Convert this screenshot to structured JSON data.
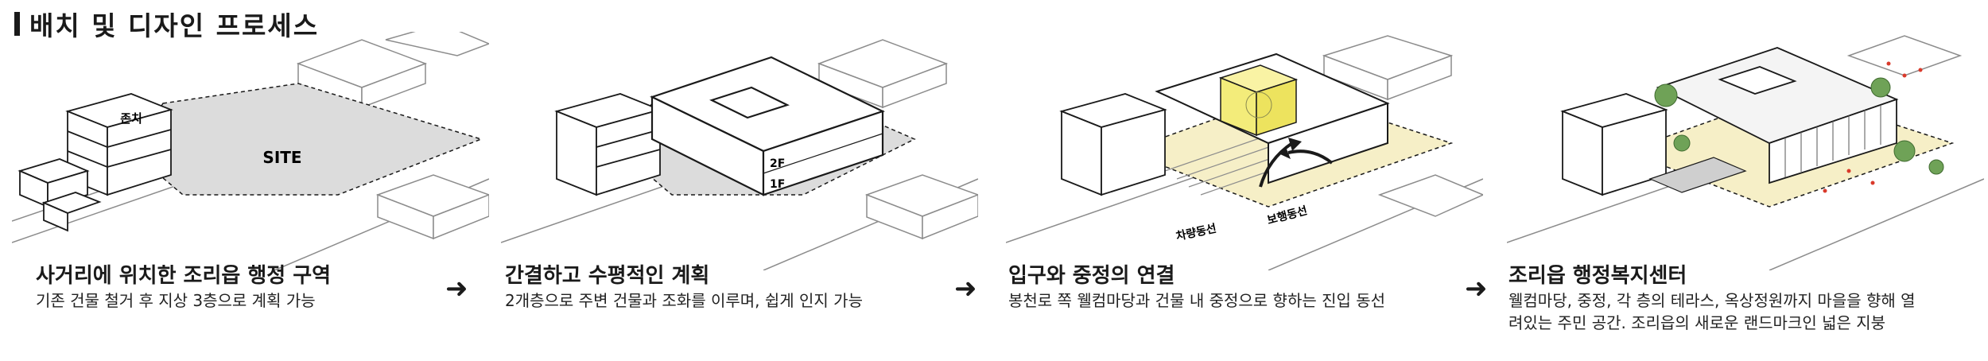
{
  "header": {
    "title": "배치 및 디자인 프로세스"
  },
  "arrow_glyph": "➜",
  "colors": {
    "site_gray": "#dcdcdc",
    "yellow": "#f3ec7a",
    "cream": "#f6efc7",
    "line": "#1a1a1a",
    "context_line": "#8c8c8c"
  },
  "panels": [
    {
      "labels": {
        "existing": "존치",
        "site": "SITE"
      },
      "title": "사거리에 위치한 조리읍 행정 구역",
      "desc": "기존 건물 철거 후 지상 3층으로 계획 가능"
    },
    {
      "labels": {
        "floor2": "2F",
        "floor1": "1F"
      },
      "title": "간결하고 수평적인 계획",
      "desc": "2개층으로 주변 건물과 조화를 이루며, 쉽게 인지 가능"
    },
    {
      "labels": {
        "vehicle": "차량동선",
        "pedestrian": "보행동선"
      },
      "title": "입구와 중정의 연결",
      "desc": "봉천로 쪽 웰컴마당과 건물 내 중정으로 향하는 진입 동선"
    },
    {
      "title": "조리읍 행정복지센터",
      "desc1": "웰컴마당, 중정, 각 층의 테라스, 옥상정원까지 마을을 향해 열",
      "desc2": "려있는 주민 공간. 조리읍의 새로운 랜드마크인 넓은 지붕"
    }
  ]
}
